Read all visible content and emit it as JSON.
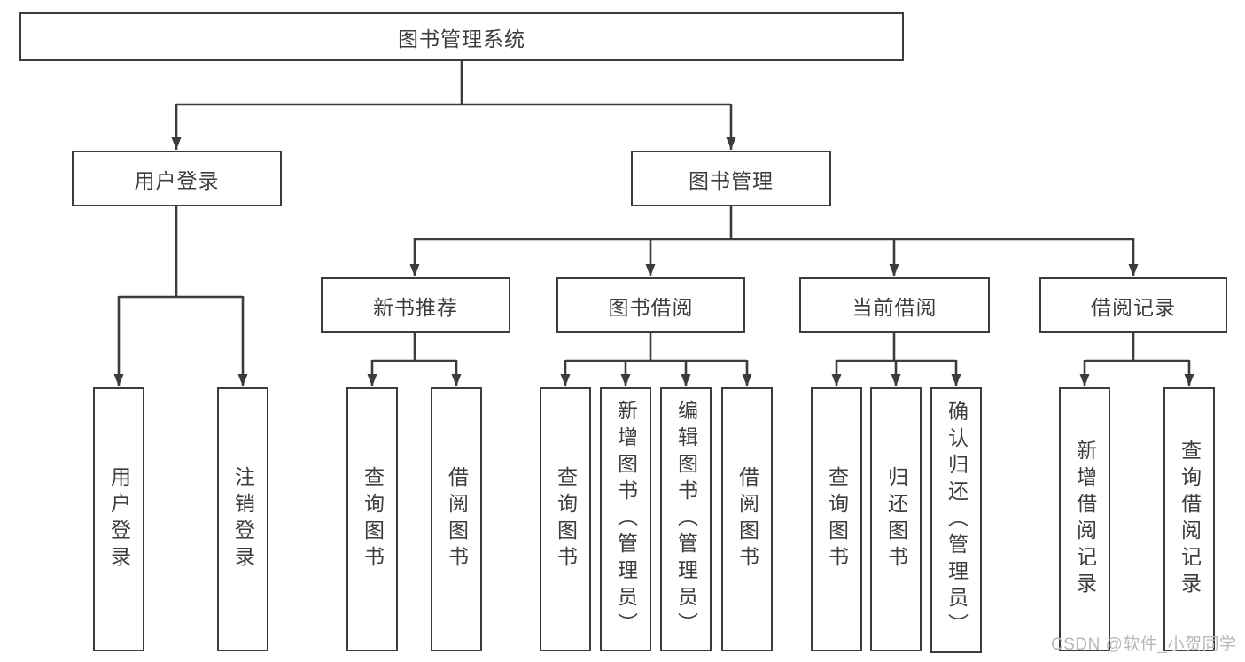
{
  "tree": {
    "label": "图书管理系统",
    "children": [
      {
        "label": "用户登录",
        "children": [
          {
            "label": "用户登录"
          },
          {
            "label": "注销登录"
          }
        ]
      },
      {
        "label": "图书管理",
        "children": [
          {
            "label": "新书推荐",
            "children": [
              {
                "label": "查询图书"
              },
              {
                "label": "借阅图书"
              }
            ]
          },
          {
            "label": "图书借阅",
            "children": [
              {
                "label": "查询图书"
              },
              {
                "label": "新增图书（管理员）"
              },
              {
                "label": "编辑图书（管理员）"
              },
              {
                "label": "借阅图书"
              }
            ]
          },
          {
            "label": "当前借阅",
            "children": [
              {
                "label": "查询图书"
              },
              {
                "label": "归还图书"
              },
              {
                "label": "确认归还（管理员）"
              }
            ]
          },
          {
            "label": "借阅记录",
            "children": [
              {
                "label": "新增借阅记录"
              },
              {
                "label": "查询借阅记录"
              }
            ]
          }
        ]
      }
    ]
  },
  "watermark": {
    "text": "CSDN @软件_小贺同学"
  },
  "colors": {
    "line": "#3c3c3c",
    "text": "#3d3d3d",
    "watermark": "#b8b8b8",
    "background": "#ffffff"
  }
}
